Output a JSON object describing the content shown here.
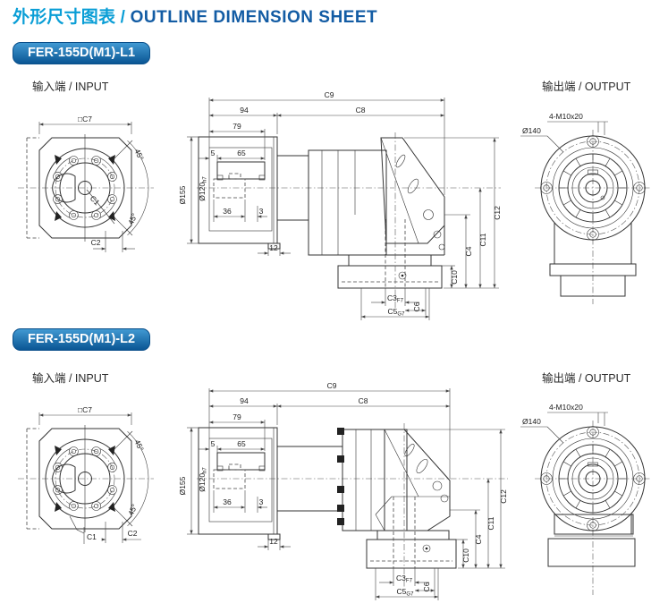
{
  "page": {
    "title_zh": "外形尺寸图表 /",
    "title_en": "OUTLINE DIMENSION SHEET"
  },
  "colors": {
    "title_zh": "#0a9ed6",
    "title_en": "#135ca4",
    "badge_gradient_top": "#4199d2",
    "badge_gradient_bottom": "#0a5694",
    "badge_text": "#ffffff",
    "drawing_line": "#333333"
  },
  "sections": [
    {
      "model": "FER-155D(M1)-L1",
      "input_label": "输入端 / INPUT",
      "output_label": "输出端 / OUTPUT",
      "dims": {
        "c7": "□C7",
        "c1": "C1",
        "c2": "C2",
        "a45": "45°",
        "c9": "C9",
        "n94": "94",
        "c8": "C8",
        "n79": "79",
        "n5": "5",
        "n65": "65",
        "n36": "36",
        "n3": "3",
        "n12": "12",
        "dia155": "Ø155",
        "dia120": "Ø120",
        "dia120_fit": "h7",
        "c12": "C12",
        "c11": "C11",
        "c4": "C4",
        "c10": "C10",
        "c3": "C3",
        "c3_fit": "F7",
        "c6": "C6",
        "c5": "C5",
        "c5_fit": "G7",
        "bolt": "4-M10x20",
        "dia140": "Ø140"
      }
    },
    {
      "model": "FER-155D(M1)-L2",
      "input_label": "输入端 / INPUT",
      "output_label": "输出端 / OUTPUT",
      "dims": {
        "c7": "□C7",
        "c1": "C1",
        "c2": "C2",
        "a45": "45°",
        "c9": "C9",
        "n94": "94",
        "c8": "C8",
        "n79": "79",
        "n5": "5",
        "n65": "65",
        "n36": "36",
        "n3": "3",
        "n12": "12",
        "dia155": "Ø155",
        "dia120": "Ø120",
        "dia120_fit": "h7",
        "c12": "C12",
        "c11": "C11",
        "c4": "C4",
        "c10": "C10",
        "c3": "C3",
        "c3_fit": "F7",
        "c6": "C6",
        "c5": "C5",
        "c5_fit": "G7",
        "bolt": "4-M10x20",
        "dia140": "Ø140"
      }
    }
  ]
}
